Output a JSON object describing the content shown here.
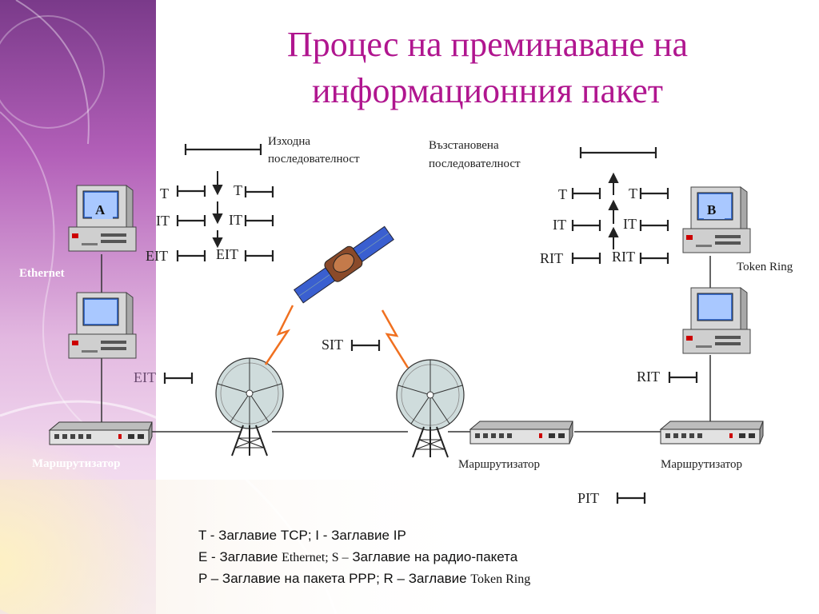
{
  "title": {
    "line1": "Процес на преминаване на",
    "line2": "информационния пакет"
  },
  "labels": {
    "source_seq": [
      "Изходна",
      "последователност"
    ],
    "restored_seq": [
      "Възстановена",
      "последователност"
    ],
    "computer_a": "A",
    "computer_b": "B",
    "ethernet": "Ethernet",
    "token_ring": "Token Ring",
    "router_left": "Маршрутизатор",
    "router_mid": "Маршрутизатор",
    "router_right": "Маршрутизатор",
    "left_stack": [
      "T",
      "IT",
      "EIT"
    ],
    "left_stack_b": [
      "T",
      "IT",
      "EIT"
    ],
    "right_stack": [
      "T",
      "IT",
      "RIT"
    ],
    "right_stack_b": [
      "T",
      "IT",
      "RIT"
    ],
    "sit": "SIT",
    "eit_low": "EIT",
    "rit_low": "RIT",
    "pit": "PIT"
  },
  "legend": {
    "line1": "T - Заглавие TCP; I - Заглавие IP",
    "line2_a": "E - Заглавие ",
    "line2_b": "Ethernet; S –",
    "line2_c": " Заглавие на радио-пакета",
    "line3_a": "P – Заглавие на пакета PPP; R – Заглавие ",
    "line3_b": "Token Ring"
  },
  "colors": {
    "title": "#b0168f",
    "lightning": "#f07020",
    "line": "#333333"
  }
}
